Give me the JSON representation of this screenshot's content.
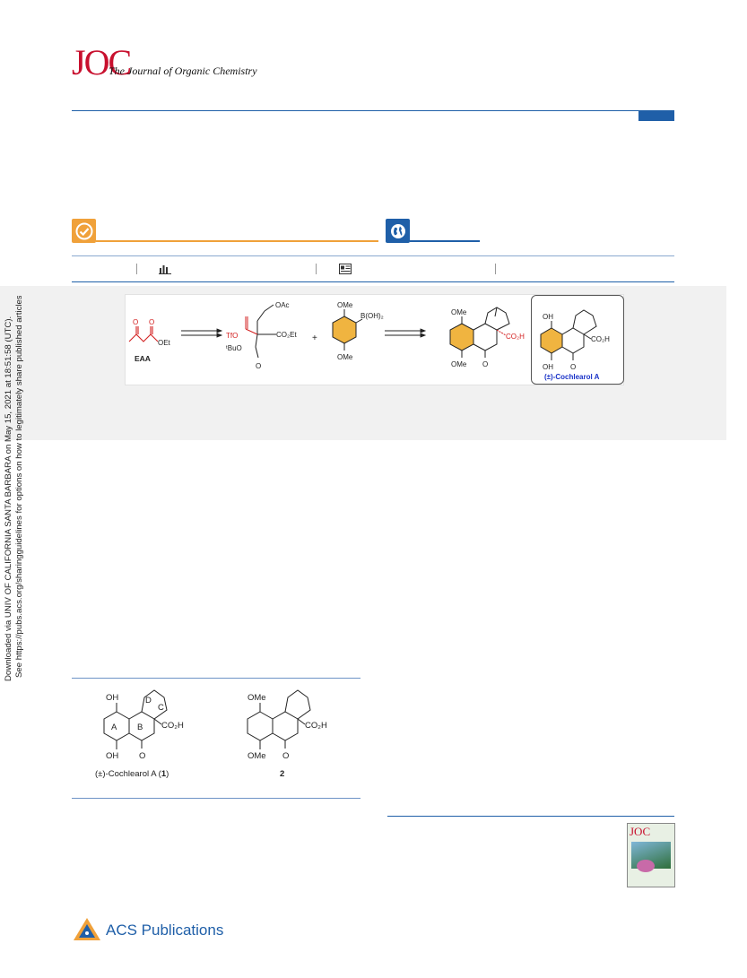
{
  "header": {
    "journal_abbrev": "JOC",
    "journal_name": "The Journal of Organic Chemistry"
  },
  "toc_graphic": {
    "labels": {
      "eaa": "EAA",
      "oet": "OEt",
      "otf": "TfO",
      "obu": "ᵗBuO",
      "co2et": "CO₂Et",
      "oac": "OAc",
      "plus": "+",
      "ome_top": "OMe",
      "boronic": "B(OH)₂",
      "ome_bottom": "OMe",
      "product_ome_top": "OMe",
      "product_ome_bottom": "OMe",
      "product_co2h": "CO₂H",
      "natural_oh_top": "OH",
      "natural_oh_bottom": "OH",
      "natural_co2h": "CO₂H",
      "natural_name": "(±)-Cochlearol A"
    }
  },
  "side_notice": {
    "line1": "Downloaded via UNIV OF CALIFORNIA SANTA BARBARA on May 15, 2021 at 18:51:58 (UTC).",
    "line2": "See https://pubs.acs.org/sharingguidelines for options on how to legitimately share published articles."
  },
  "figure1": {
    "compound1": {
      "oh_top": "OH",
      "oh_bottom": "OH",
      "ring_a": "A",
      "ring_b": "B",
      "ring_c": "C",
      "ring_d": "D",
      "co2h": "CO₂H",
      "caption_prefix": "(±)-Cochlearol A (",
      "caption_num": "1",
      "caption_suffix": ")"
    },
    "compound2": {
      "ome_top": "OMe",
      "ome_bottom": "OMe",
      "co2h": "CO₂H",
      "caption": "2"
    }
  },
  "footer": {
    "publisher": "ACS Publications",
    "cover_title": "JOC"
  }
}
